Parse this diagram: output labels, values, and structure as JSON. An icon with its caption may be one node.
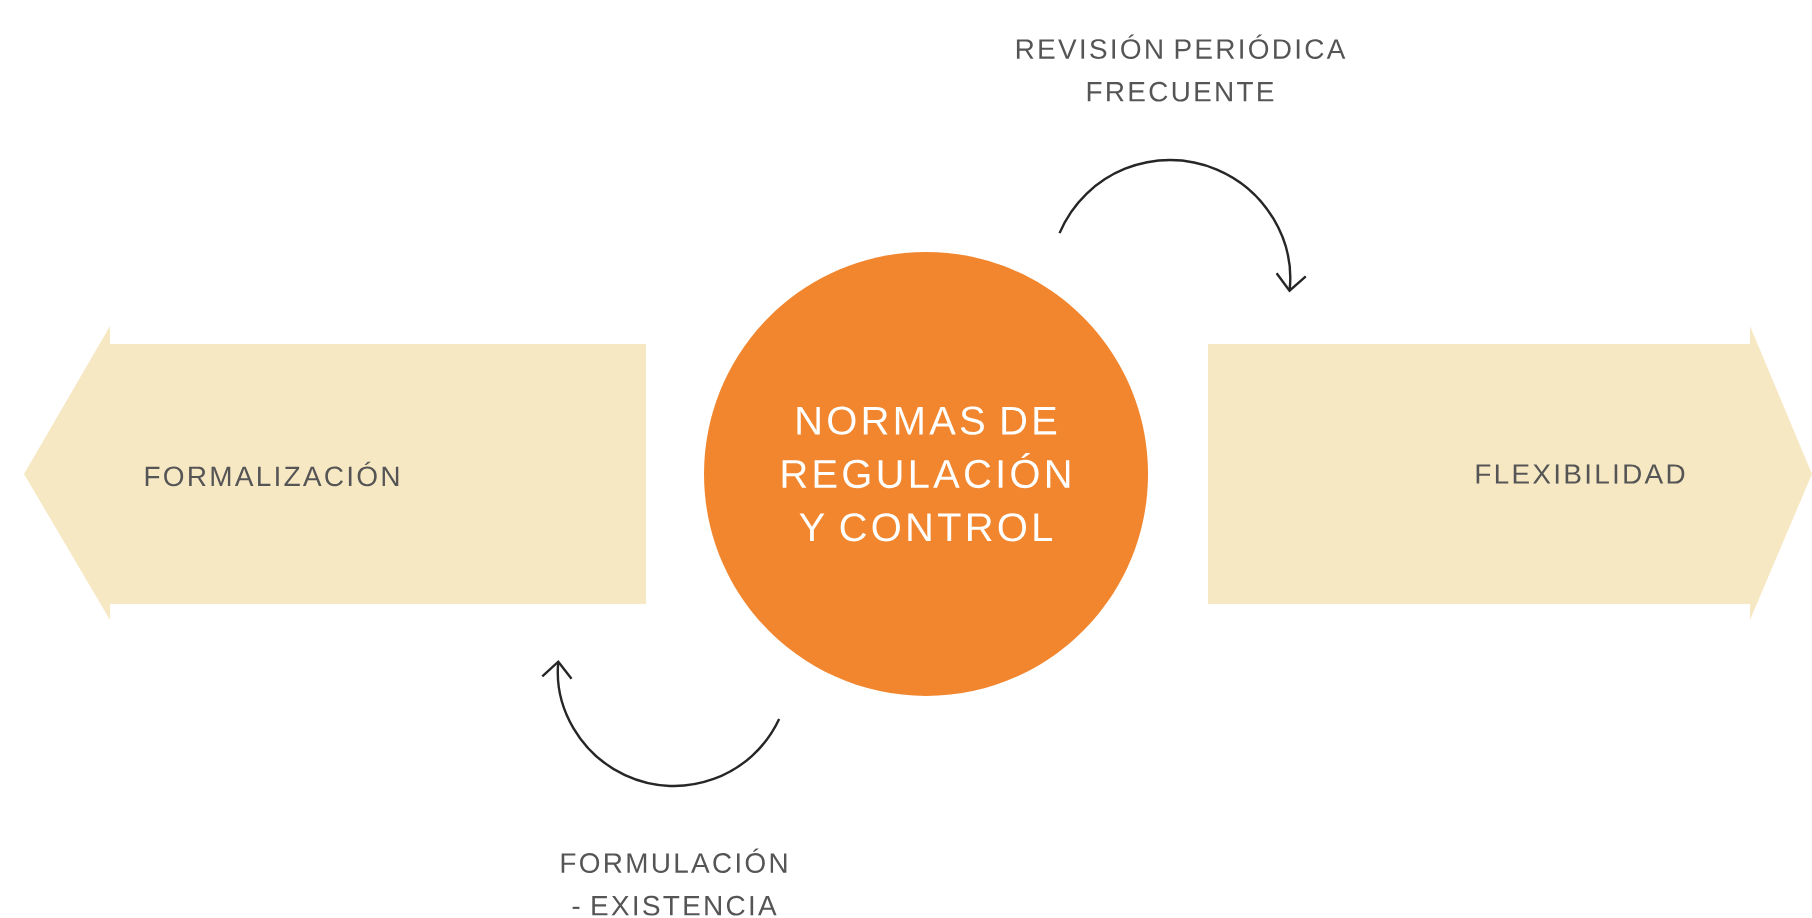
{
  "diagram": {
    "nodes": [
      {
        "text": [
          "FORMALIZACIÓN"
        ]
      },
      {
        "text": [
          "NORMAS DE REGULACIÓN Y CONTROL"
        ]
      },
      {
        "text": [
          "FLEXIBILIDAD"
        ]
      }
    ],
    "labels": [
      "REVISIÓN PERIÓDICA FRECUENTE",
      "FORMULACIÓN - EXISTENCIA"
    ]
  }
}
